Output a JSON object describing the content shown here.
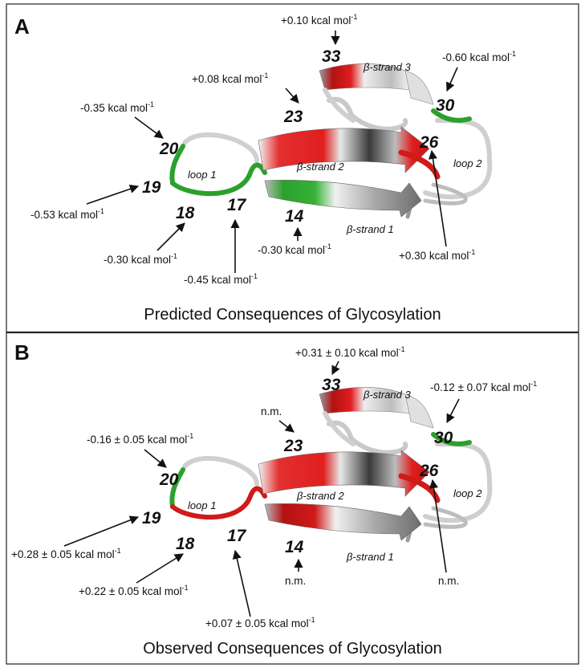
{
  "panels": [
    {
      "letter": "A",
      "caption": "Predicted Consequences of Glycosylation",
      "residues": {
        "r33": "33",
        "r30": "30",
        "r23": "23",
        "r26": "26",
        "r20": "20",
        "r19": "19",
        "r18": "18",
        "r17": "17",
        "r14": "14"
      },
      "energies": {
        "e33": "+0.10 kcal mol",
        "e30": "-0.60 kcal mol",
        "e23": "+0.08 kcal mol",
        "e20": "-0.35 kcal mol",
        "e19": "-0.53 kcal mol",
        "e18": "-0.30 kcal mol",
        "e17": "-0.45 kcal mol",
        "e14": "-0.30 kcal mol",
        "e26": "+0.30 kcal mol"
      },
      "superscript": "-1",
      "structure_labels": {
        "strand3": "β-strand 3",
        "strand2": "β-strand 2",
        "strand1": "β-strand 1",
        "loop1": "loop 1",
        "loop2": "loop 2"
      },
      "colors": {
        "loop1": "#2ca02c",
        "r30": "#2ca02c",
        "r14": "#2ca02c"
      }
    },
    {
      "letter": "B",
      "caption": "Observed Consequences of Glycosylation",
      "residues": {
        "r33": "33",
        "r30": "30",
        "r23": "23",
        "r26": "26",
        "r20": "20",
        "r19": "19",
        "r18": "18",
        "r17": "17",
        "r14": "14"
      },
      "energies": {
        "e33": "+0.31 ± 0.10 kcal mol",
        "e30": "-0.12 ± 0.07 kcal mol",
        "e23": "n.m.",
        "e20": "-0.16 ± 0.05 kcal mol",
        "e19": "+0.28 ± 0.05 kcal mol",
        "e18": "+0.22 ± 0.05 kcal mol",
        "e17": "+0.07 ± 0.05 kcal mol",
        "e14": "n.m.",
        "e26": "n.m."
      },
      "superscript": "-1",
      "structure_labels": {
        "strand3": "β-strand 3",
        "strand2": "β-strand 2",
        "strand1": "β-strand 1",
        "loop1": "loop 1",
        "loop2": "loop 2"
      },
      "colors": {
        "loop1": "#d11a1a",
        "r30": "#2ca02c",
        "r14": "#d11a1a"
      }
    }
  ],
  "palette": {
    "stabilizing": "#2ca02c",
    "destabilizing": "#d11a1a",
    "neutral": "#c8c8c8"
  }
}
